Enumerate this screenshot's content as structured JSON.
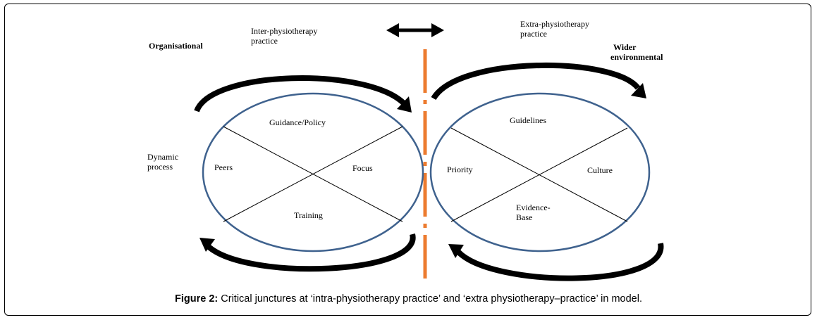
{
  "labels": {
    "organisational": "Organisational",
    "inter_practice": [
      "Inter-physiotherapy",
      "practice"
    ],
    "extra_practice": [
      "Extra-physiotherapy",
      "practice"
    ],
    "wider_environmental": [
      "Wider",
      "environmental"
    ],
    "dynamic_process": [
      "Dynamic",
      "process"
    ]
  },
  "left_circle": {
    "top": "Guidance/Policy",
    "left": "Peers",
    "right": "Focus",
    "bottom": "Training"
  },
  "right_circle": {
    "top": "Guidelines",
    "left": "Priority",
    "right": "Culture",
    "bottom": [
      "Evidence-",
      "Base"
    ]
  },
  "caption": {
    "label": "Figure 2:",
    "text": " Critical junctures at ‘intra-physiotherapy practice’ and ‘extra physiotherapy–practice’ in model."
  },
  "colors": {
    "circle_stroke": "#3f628e",
    "divider": "#ec7b2f",
    "arrow": "#000000"
  }
}
